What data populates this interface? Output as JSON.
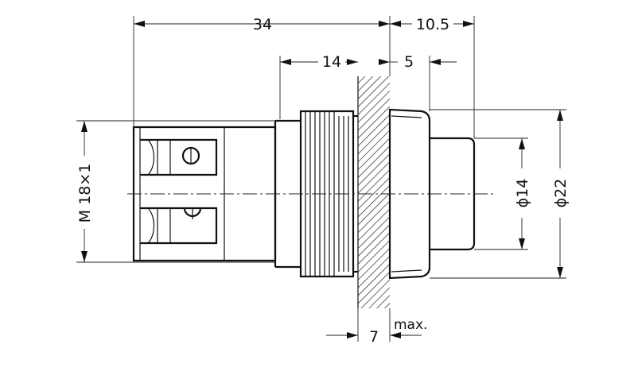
{
  "drawing": {
    "dimensions": {
      "overall_length": "34",
      "front_length": "10.5",
      "body_length": "14",
      "button_offset": "5",
      "panel_thickness": "7",
      "panel_thickness_note": "max.",
      "thread": "M 18×1",
      "button_diameter": "ϕ14",
      "bezel_diameter": "ϕ22"
    }
  }
}
